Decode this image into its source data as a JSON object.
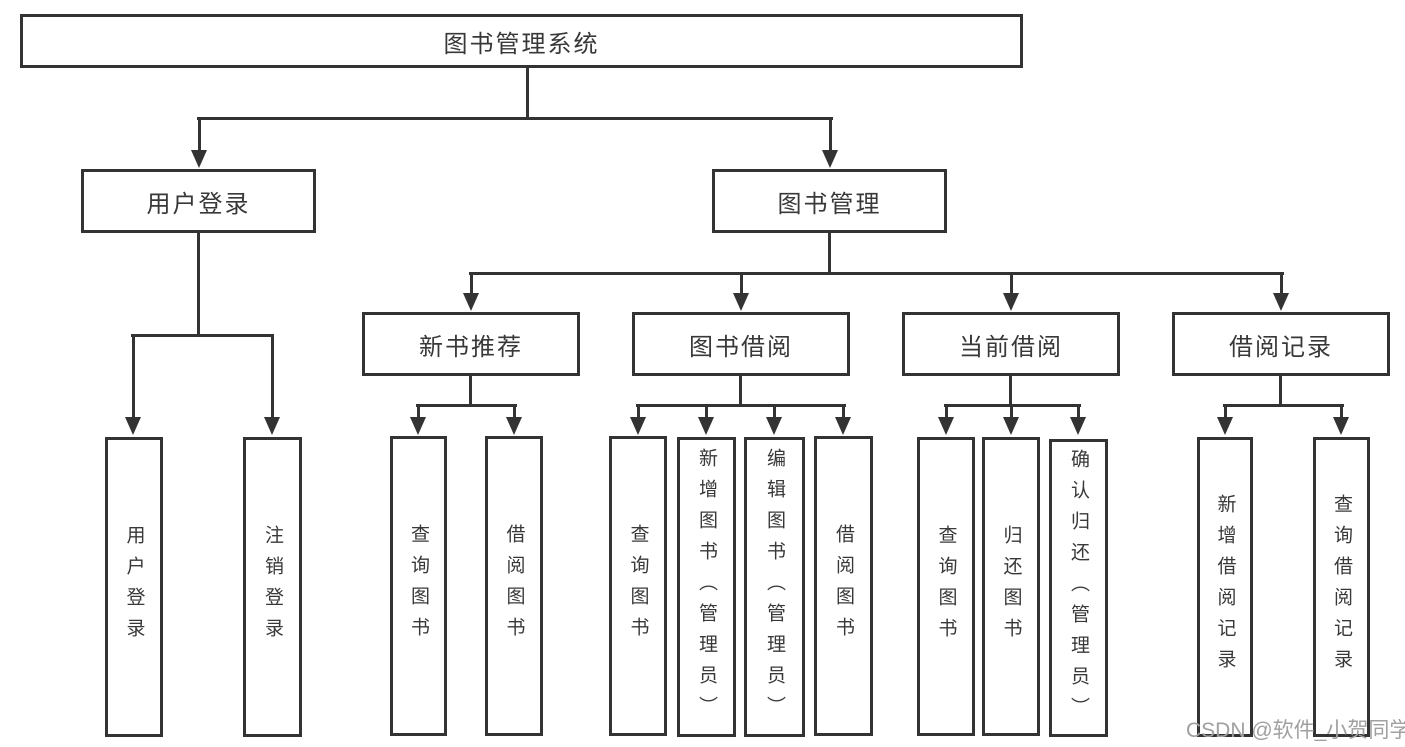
{
  "tree": {
    "label": "图书管理系统",
    "children": [
      {
        "label": "用户登录",
        "children": [
          {
            "label": "用户登录"
          },
          {
            "label": "注销登录"
          }
        ]
      },
      {
        "label": "图书管理",
        "children": [
          {
            "label": "新书推荐",
            "children": [
              {
                "label": "查询图书"
              },
              {
                "label": "借阅图书"
              }
            ]
          },
          {
            "label": "图书借阅",
            "children": [
              {
                "label": "查询图书"
              },
              {
                "label": "新增图书（管理员）"
              },
              {
                "label": "编辑图书（管理员）"
              },
              {
                "label": "借阅图书"
              }
            ]
          },
          {
            "label": "当前借阅",
            "children": [
              {
                "label": "查询图书"
              },
              {
                "label": "归还图书"
              },
              {
                "label": "确认归还（管理员）"
              }
            ]
          },
          {
            "label": "借阅记录",
            "children": [
              {
                "label": "新增借阅记录"
              },
              {
                "label": "查询借阅记录"
              }
            ]
          }
        ]
      }
    ]
  },
  "watermark": {
    "text": "CSDN @软件_小贺同学"
  },
  "colors": {
    "line": "#333333",
    "text": "#383838",
    "background": "#ffffff",
    "watermark": "#a0a0a0"
  }
}
